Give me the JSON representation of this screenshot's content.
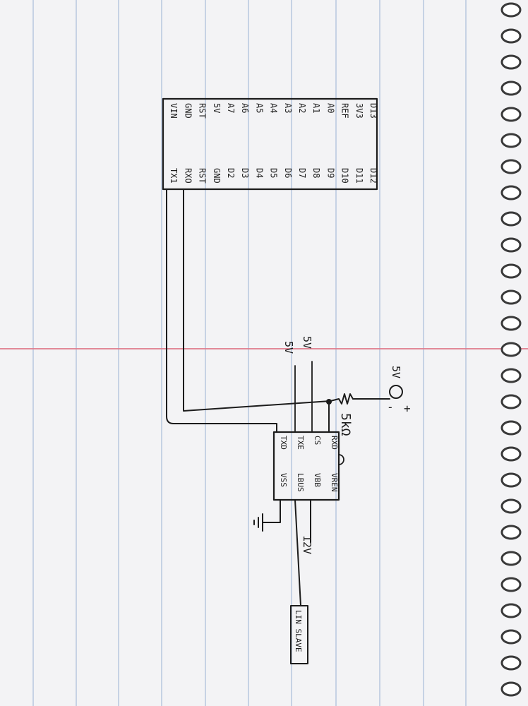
{
  "paper": {
    "background": "#f3f3f5",
    "rule_color": "#a9bcd9",
    "margin_color": "#e07a8a",
    "ink": "#1c1c1c"
  },
  "board": {
    "right_header_pins": [
      "D13",
      "3V3",
      "REF",
      "A0",
      "A1",
      "A2",
      "A3",
      "A4",
      "A5",
      "A6",
      "A7",
      "5V",
      "RST",
      "GND",
      "VIN"
    ],
    "left_header_pins": [
      "D12",
      "D11",
      "D10",
      "D9",
      "D8",
      "D7",
      "D6",
      "D5",
      "D4",
      "D3",
      "D2",
      "GND",
      "RST",
      "RXO",
      "TX1"
    ]
  },
  "supply": {
    "voltage_label": "5V",
    "plus": "+",
    "minus": "-",
    "resistor_label": "5kΩ"
  },
  "pin_voltages": {
    "cs": "5V",
    "txe": "5V"
  },
  "transceiver": {
    "top_row": [
      "RXD",
      "CS",
      "TXE",
      "TXD"
    ],
    "bottom_row": [
      "VREN",
      "VBB",
      "LBUS",
      "VSS"
    ]
  },
  "bus": {
    "voltage_label": "12V",
    "slave_label": "LIN SLAVE"
  }
}
